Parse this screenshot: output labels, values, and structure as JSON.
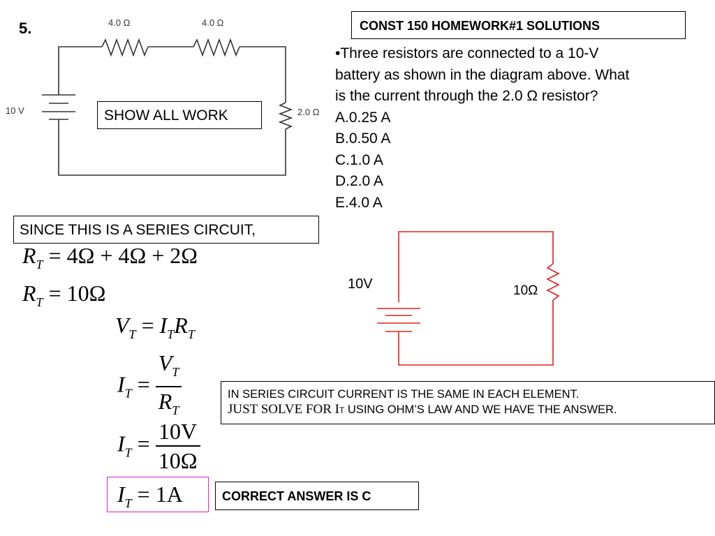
{
  "problem_number": "5.",
  "title": "CONST 150 HOMEWORK#1 SOLUTIONS",
  "question_lines": [
    "•Three resistors are connected to a 10-V",
    "battery as shown in the diagram above. What",
    "is the current through the 2.0 Ω resistor?"
  ],
  "choices": [
    "A.0.25 A",
    "B.0.50 A",
    "C.1.0 A",
    "D.2.0 A",
    "E.4.0 A"
  ],
  "circuit1": {
    "battery_label": "10 V",
    "resistor_top_left": "4.0 Ω",
    "resistor_top_right": "4.0 Ω",
    "resistor_right": "2.0 Ω"
  },
  "show_work_label": "SHOW ALL WORK",
  "series_note": "SINCE THIS IS A SERIES CIRCUIT,",
  "equations": {
    "rt_sum_rhs": "= 4Ω + 4Ω + 2Ω",
    "rt_total_rhs": "= 10Ω",
    "ohm_rhs": "=",
    "it_div_rhs": "=",
    "it_values_rhs": "=",
    "it_num": "10V",
    "it_den": "10Ω",
    "final_rhs": "= 1A"
  },
  "circuit2": {
    "battery_label": "10V",
    "resistor_label": "10Ω",
    "wire_color": "#e0201c"
  },
  "explanation_lines": [
    "IN SERIES CIRCUIT CURRENT IS THE SAME IN EACH ELEMENT.",
    "JUST SOLVE FOR I",
    "T",
    " USING OHM’S LAW AND WE HAVE THE ANSWER."
  ],
  "answer_label": "CORRECT ANSWER IS C",
  "highlight_color": "#e020c8"
}
